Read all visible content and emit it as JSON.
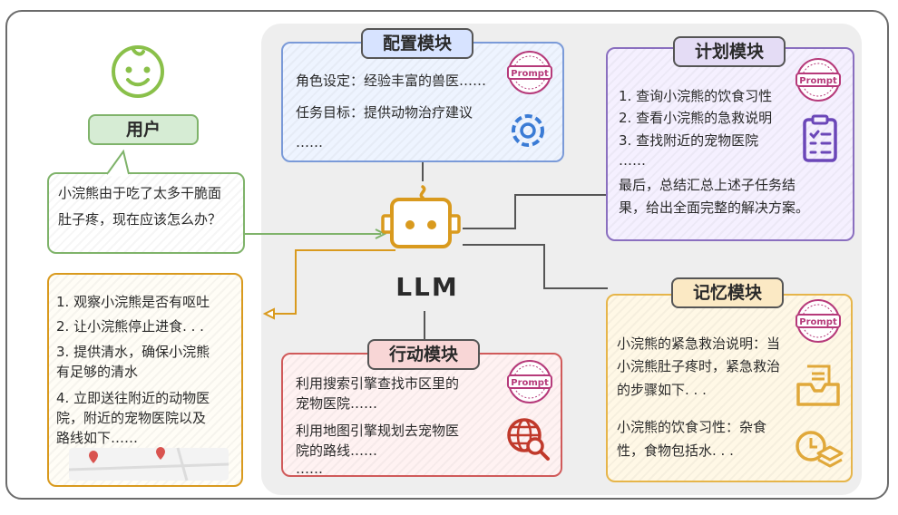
{
  "user": {
    "label": "用户"
  },
  "question": {
    "line1": "小浣熊由于吃了太多干脆面",
    "line2": "肚子疼，现在应该怎么办？"
  },
  "answer": {
    "l1": "1. 观察小浣熊是否有呕吐",
    "l2": "2. 让小浣熊停止进食. . .",
    "l3a": "3. 提供清水，确保小浣熊",
    "l3b": "有足够的清水",
    "l4a": "4. 立即送往附近的动物医",
    "l4b": "院，附近的宠物医院以及",
    "l4c": "路线如下……"
  },
  "llm": {
    "label": "LLM"
  },
  "config": {
    "title": "配置模块",
    "l1": "角色设定：经验丰富的兽医……",
    "l2": "任务目标：提供动物治疗建议",
    "l3": "……"
  },
  "plan": {
    "title": "计划模块",
    "l1": "1. 查询小浣熊的饮食习性",
    "l2": "2. 查看小浣熊的急救说明",
    "l3": "3. 查找附近的宠物医院",
    "l4": "……",
    "l5": "最后，总结汇总上述子任务结",
    "l6": "果，给出全面完整的解决方案。"
  },
  "action": {
    "title": "行动模块",
    "l1": "利用搜索引擎查找市区里的",
    "l2": "宠物医院……",
    "l3": "利用地图引擎规划去宠物医",
    "l4": "院的路线……",
    "l5": "……"
  },
  "memory": {
    "title": "记忆模块",
    "l1": "小浣熊的紧急救治说明：当",
    "l2": "小浣熊肚子疼时，紧急救治",
    "l3": "的步骤如下. . .",
    "l4": "小浣熊的饮食习性：杂食",
    "l5": "性，食物包括水. . ."
  },
  "badge": {
    "text": "Prompt"
  },
  "colors": {
    "user_face": "#8ac04a",
    "user_green": "#7fb36a",
    "llm_gold": "#d99a1e",
    "config_blue": "#7a9ad8",
    "plan_purple": "#8a6fbf",
    "action_red": "#d05a5a",
    "memory_yellow": "#e6b54a",
    "badge": "#b63a7a"
  }
}
